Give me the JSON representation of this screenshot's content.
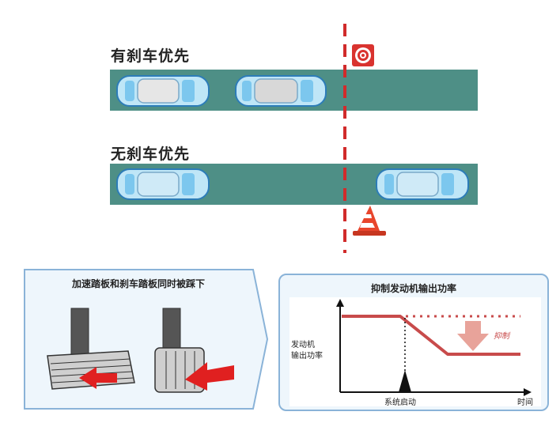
{
  "top": {
    "lane1_label": "有刹车优先",
    "lane2_label": "无刹车优先"
  },
  "left_panel": {
    "title": "加速踏板和刹车踏板同时被踩下"
  },
  "right_panel": {
    "title": "抑制发动机输出功率",
    "ylabel": "发动机\n输出功率",
    "xlabel": "时间",
    "event_label": "系统启动",
    "suppress_label": "抑制"
  },
  "colors": {
    "road": "#4e8f86",
    "car_body": "#bfe6f7",
    "car_outline": "#2c7cb8",
    "dashed_line": "#d12b2b",
    "panel_border": "#8ab3d8",
    "curve": "#c84b4b",
    "arrow_red": "#e02020"
  },
  "icons": [
    "target-icon",
    "traffic-cone-icon",
    "car-icon"
  ]
}
